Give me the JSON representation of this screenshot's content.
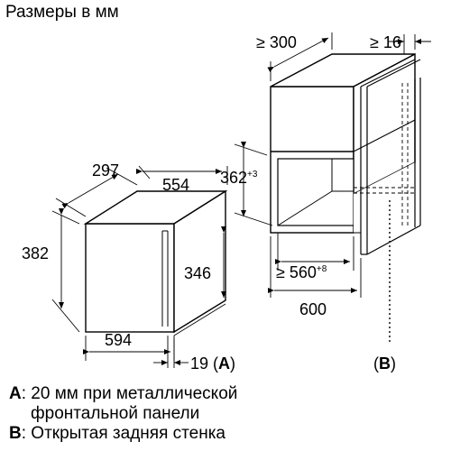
{
  "title": "Размеры в мм",
  "microwave": {
    "depth": "297",
    "width": "554",
    "height": "382",
    "inner_height": "346",
    "bottom_width": "594",
    "door_offset": "19",
    "door_offset_ref": "A"
  },
  "cabinet": {
    "min_depth": "≥ 300",
    "min_gap": "≥ 16",
    "height_value": "362",
    "height_tolerance": "+3",
    "min_width_value": "≥ 560",
    "min_width_tolerance": "+8",
    "width": "600",
    "ref": "B"
  },
  "notes": [
    {
      "key": "A",
      "lines": [
        ": 20 мм при металлической",
        "фронтальной панели"
      ]
    },
    {
      "key": "B",
      "lines": [
        ": Открытая задняя стенка"
      ]
    }
  ]
}
